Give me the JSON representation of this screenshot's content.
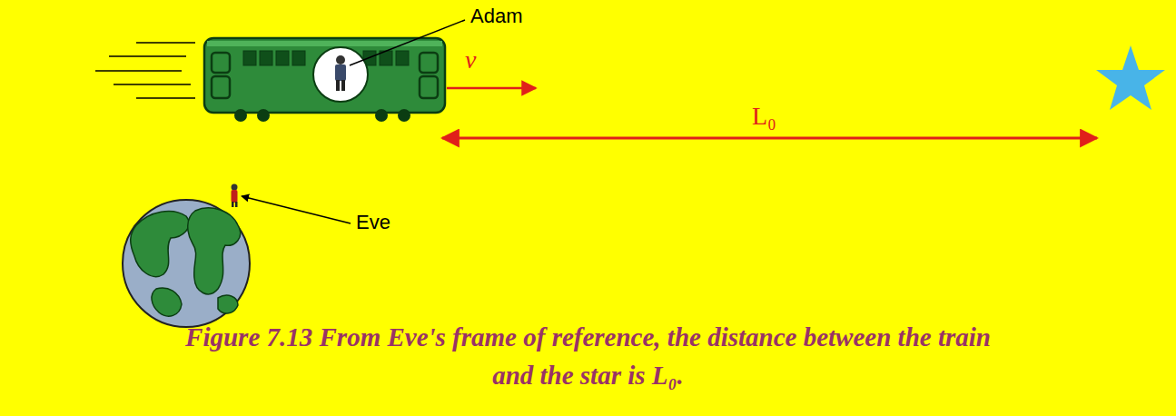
{
  "diagram": {
    "caption": "Figure 7.13 From Eve's frame of reference, the distance between the train and the star is L₀.",
    "labels": [
      "Adam",
      "v",
      "L₀",
      "Eve"
    ]
  }
}
